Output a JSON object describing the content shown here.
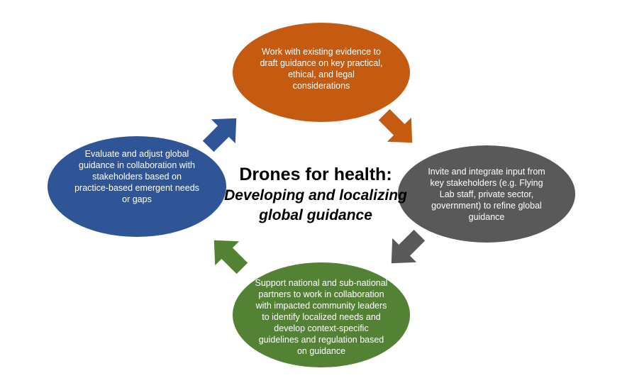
{
  "title": {
    "main": "Drones for health:",
    "sub_line1": "Developing and localizing",
    "sub_line2": "global guidance"
  },
  "nodes": {
    "top": "Work with existing evidence to draft guidance on key practical, ethical, and legal considerations",
    "right": "Invite and integrate input from key stakeholders (e.g. Flying Lab staff, private sector, government) to refine global guidance",
    "bottom": "Support national and sub-national partners to work in collaboration with impacted community leaders to identify localized needs and develop context-specific guidelines and regulation based on guidance",
    "left": "Evaluate and adjust global guidance in collaboration with stakeholders based on practice-based emergent needs or gaps"
  },
  "colors": {
    "top": "#c55a11",
    "right": "#595959",
    "bottom": "#548235",
    "left": "#2f5597"
  }
}
